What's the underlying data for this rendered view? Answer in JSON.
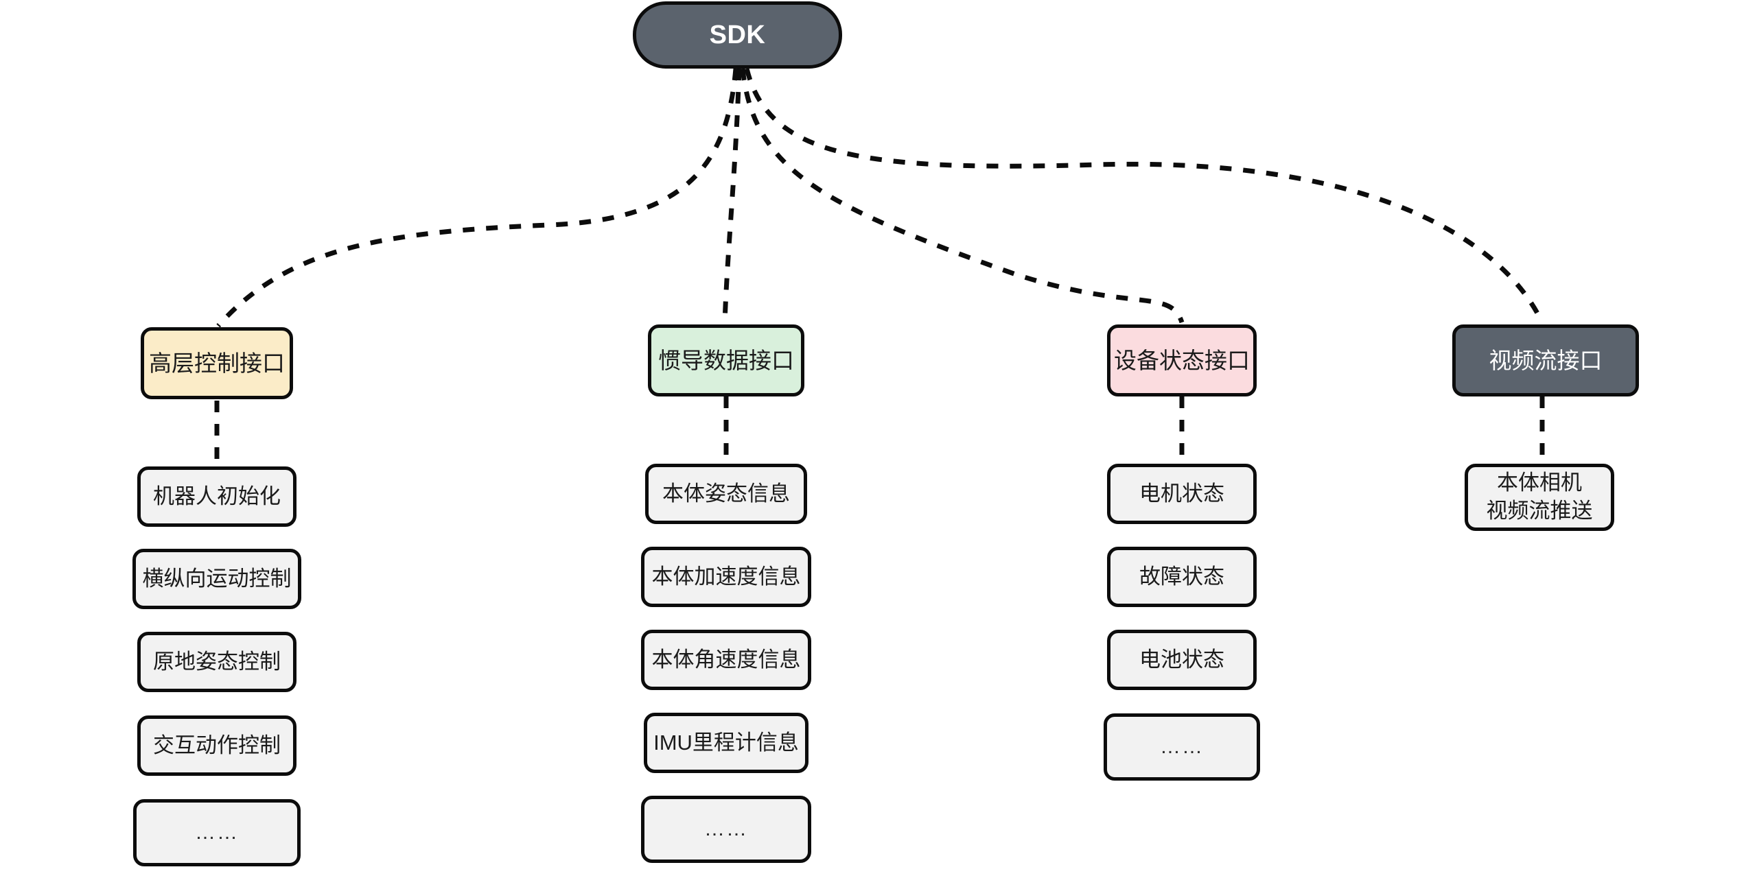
{
  "diagram": {
    "type": "tree",
    "orientation": "top-down",
    "background_color": "#ffffff",
    "edge_style": "dashed",
    "edge_color": "#0c0c0c",
    "root": {
      "label": "SDK",
      "fill": "#5b636d",
      "text_color": "#ffffff"
    },
    "branches": [
      {
        "id": "high-level-control",
        "label": "高层控制接口",
        "fill": "#fbecc8",
        "text_color": "#1b1b1b",
        "children": [
          {
            "label": "机器人初始化"
          },
          {
            "label": "横纵向运动控制"
          },
          {
            "label": "原地姿态控制"
          },
          {
            "label": "交互动作控制"
          },
          {
            "label": "……"
          }
        ]
      },
      {
        "id": "inertial-navigation-data",
        "label": "惯导数据接口",
        "fill": "#d9f0dc",
        "text_color": "#1b1b1b",
        "children": [
          {
            "label": "本体姿态信息"
          },
          {
            "label": "本体加速度信息"
          },
          {
            "label": "本体角速度信息"
          },
          {
            "label": "IMU里程计信息"
          },
          {
            "label": "……"
          }
        ]
      },
      {
        "id": "device-status",
        "label": "设备状态接口",
        "fill": "#fbdcdf",
        "text_color": "#1b1b1b",
        "children": [
          {
            "label": "电机状态"
          },
          {
            "label": "故障状态"
          },
          {
            "label": "电池状态"
          },
          {
            "label": "……"
          }
        ]
      },
      {
        "id": "video-stream",
        "label": "视频流接口",
        "fill": "#5b636d",
        "text_color": "#ffffff",
        "children": [
          {
            "label": "本体相机\n视频流推送"
          }
        ]
      }
    ]
  }
}
